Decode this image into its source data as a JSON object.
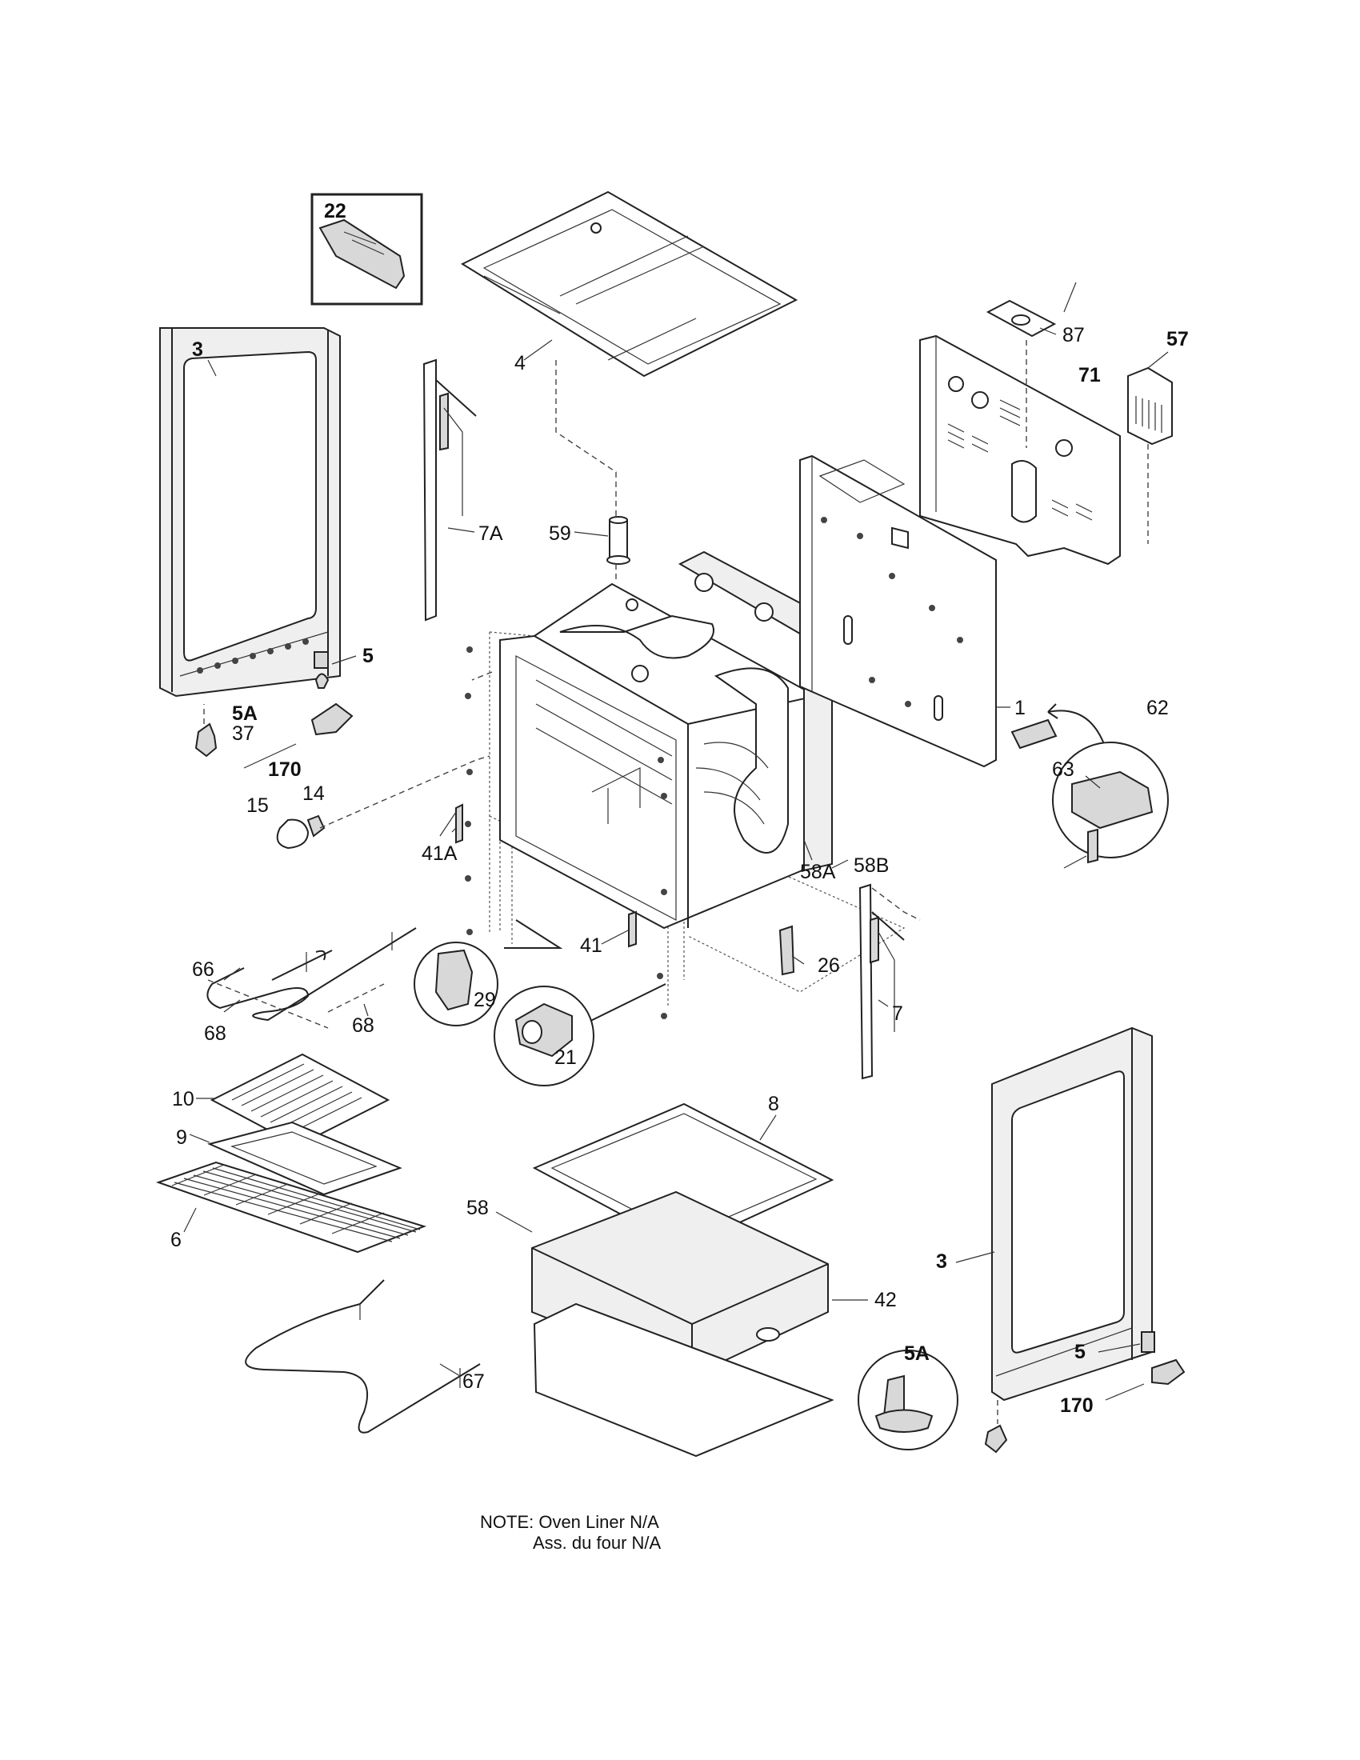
{
  "callouts": {
    "c3_left": "3",
    "c3_right": "3",
    "c4": "4",
    "c22": "22",
    "c87": "87",
    "c57": "57",
    "c71": "71",
    "c7A": "7A",
    "c59": "59",
    "c5_left": "5",
    "c5_right": "5",
    "c5A_left": "5A",
    "c5A_right": "5A",
    "c37": "37",
    "c170_left": "170",
    "c170_right": "170",
    "c14": "14",
    "c15": "15",
    "c1": "1",
    "c62": "62",
    "c63": "63",
    "c41A": "41A",
    "c58A": "58A",
    "c58B": "58B",
    "c66": "66",
    "c68_left": "68",
    "c68_right": "68",
    "c29": "29",
    "c41": "41",
    "c21": "21",
    "c26": "26",
    "c7": "7",
    "c10": "10",
    "c9": "9",
    "c6": "6",
    "c8": "8",
    "c58": "58",
    "c42": "42",
    "c67": "67"
  },
  "note": {
    "line1": "NOTE: Oven Liner N/A",
    "line2": "Ass. du four N/A"
  }
}
